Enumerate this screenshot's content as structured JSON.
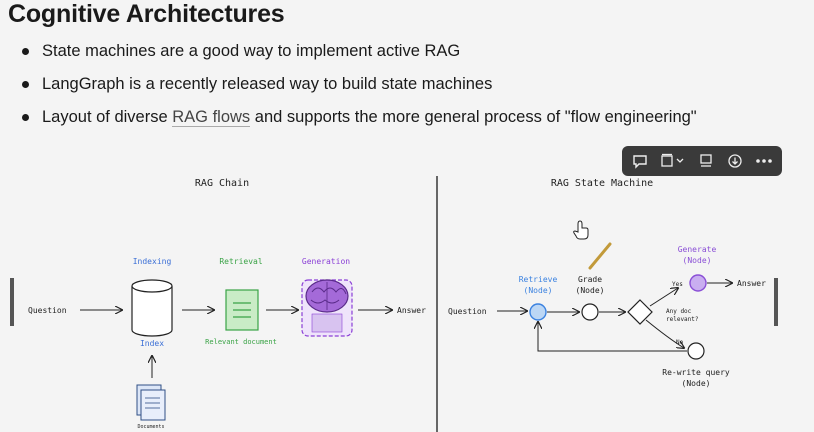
{
  "slide": {
    "title": "Cognitive Architectures",
    "bullets": [
      {
        "text": "State machines are a good way to implement active RAG"
      },
      {
        "text": "LangGraph is a recently released way to build state machines"
      },
      {
        "pre": "Layout of diverse ",
        "link": "RAG flows",
        "post": " and supports the more general process of \"flow engineering\""
      }
    ]
  },
  "toolbar": {
    "icons": [
      "comment-icon",
      "align-dropdown-icon",
      "layout-icon",
      "download-icon",
      "more-icon"
    ]
  },
  "diagram": {
    "left": {
      "title": "RAG Chain",
      "question": "Question",
      "indexing": "Indexing",
      "index": "Index",
      "documents": "Documents",
      "retrieval": "Retrieval",
      "relevant_document": "Relevant document",
      "generation": "Generation",
      "answer": "Answer",
      "colors": {
        "indexing": "#3b6fd6",
        "retrieval": "#3aa346",
        "generation": "#8a3fd6"
      }
    },
    "right": {
      "title": "RAG State Machine",
      "question": "Question",
      "retrieve": "Retrieve",
      "retrieve_node": "(Node)",
      "grade": "Grade",
      "grade_node": "(Node)",
      "generate": "Generate",
      "generate_node": "(Node)",
      "yes": "Yes",
      "no": "No",
      "decision_line1": "Any doc",
      "decision_line2": "relevant?",
      "rewrite": "Re-write query",
      "rewrite_node": "(Node)",
      "answer": "Answer",
      "colors": {
        "retrieve": "#3b82e0",
        "generate": "#8a4fd6"
      }
    }
  }
}
